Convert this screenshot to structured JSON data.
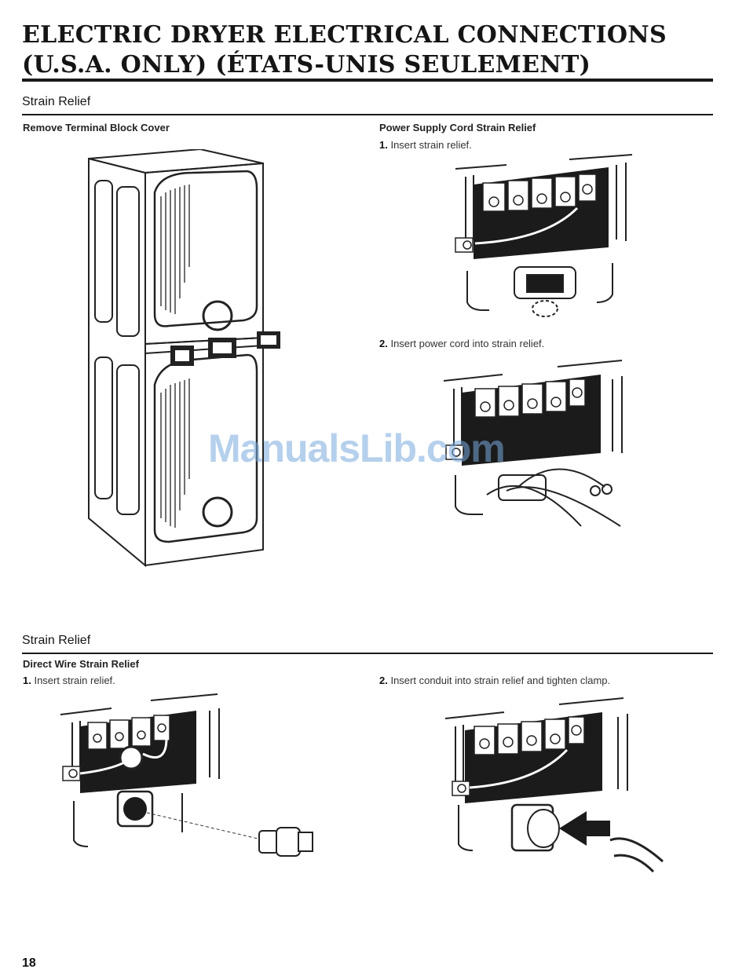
{
  "header": {
    "title_line1": "ELECTRIC DRYER ELECTRICAL CONNECTIONS",
    "title_line2": "(U.S.A. ONLY) (ÉTATS-UNIS SEULEMENT)"
  },
  "section1": {
    "title": "Strain Relief",
    "left_subhead": "Remove Terminal Block Cover",
    "right_subhead": "Power Supply Cord Strain Relief",
    "steps": [
      {
        "num": "1.",
        "text": "Insert strain relief."
      },
      {
        "num": "2.",
        "text": "Insert power cord into strain relief."
      }
    ]
  },
  "section2": {
    "title": "Strain Relief",
    "subhead": "Direct Wire Strain Relief",
    "steps": [
      {
        "num": "1.",
        "text": "Insert strain relief."
      },
      {
        "num": "2.",
        "text": "Insert conduit into strain relief and tighten clamp."
      }
    ]
  },
  "watermark": "ManualsLib.com",
  "page_number": "18"
}
